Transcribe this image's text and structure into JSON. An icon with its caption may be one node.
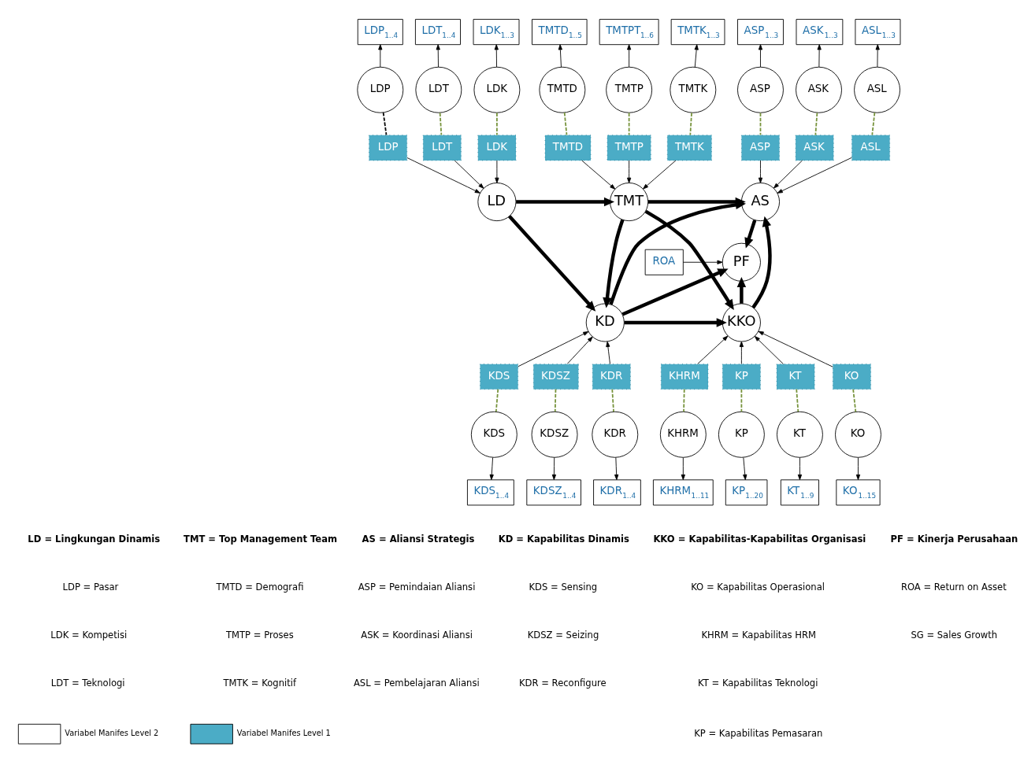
{
  "diagram": {
    "nodes": [
      {
        "text": [
          "LD"
        ]
      },
      {
        "text": [
          "TMT"
        ]
      },
      {
        "text": [
          "AS"
        ]
      },
      {
        "text": [
          "KD"
        ]
      },
      {
        "text": [
          "KKO"
        ]
      },
      {
        "text": [
          "PF"
        ]
      },
      {
        "text": [
          "LDP"
        ]
      },
      {
        "text": [
          "LDT"
        ]
      },
      {
        "text": [
          "LDK"
        ]
      },
      {
        "text": [
          "TMTD"
        ]
      },
      {
        "text": [
          "TMTP"
        ]
      },
      {
        "text": [
          "TMTK"
        ]
      },
      {
        "text": [
          "ASP"
        ]
      },
      {
        "text": [
          "ASK"
        ]
      },
      {
        "text": [
          "ASL"
        ]
      },
      {
        "text": [
          "KDS"
        ]
      },
      {
        "text": [
          "KDSZ"
        ]
      },
      {
        "text": [
          "KDR"
        ]
      },
      {
        "text": [
          "KO"
        ]
      },
      {
        "text": [
          "KHRM"
        ]
      },
      {
        "text": [
          "KP"
        ]
      },
      {
        "text": [
          "KT"
        ]
      },
      {
        "text": [
          "LDP"
        ]
      },
      {
        "text": [
          "LDT"
        ]
      },
      {
        "text": [
          "LDK"
        ]
      },
      {
        "text": [
          "TMTD"
        ]
      },
      {
        "text": [
          "TMTP"
        ]
      },
      {
        "text": [
          "TMTK"
        ]
      },
      {
        "text": [
          "ASP"
        ]
      },
      {
        "text": [
          "ASK"
        ]
      },
      {
        "text": [
          "ASL"
        ]
      },
      {
        "text": [
          "KDS"
        ]
      },
      {
        "text": [
          "KDSZ"
        ]
      },
      {
        "text": [
          "KDR"
        ]
      },
      {
        "text": [
          "KO"
        ]
      },
      {
        "text": [
          "KHRM"
        ]
      },
      {
        "text": [
          "KP"
        ]
      },
      {
        "text": [
          "KT"
        ]
      },
      {
        "text": [
          "LDP$_{1..4}$"
        ]
      },
      {
        "text": [
          "LDT$_{1..4}$"
        ]
      },
      {
        "text": [
          "LDK$_{1..3}$"
        ]
      },
      {
        "text": [
          "TMTD$_{1..5}$"
        ]
      },
      {
        "text": [
          "TMTPT$_{1..6}$"
        ]
      },
      {
        "text": [
          "TMTK$_{1..3}$"
        ]
      },
      {
        "text": [
          "ASP$_{1..3}$"
        ]
      },
      {
        "text": [
          "ASK$_{1..3}$"
        ]
      },
      {
        "text": [
          "ASL$_{1..3}$"
        ]
      },
      {
        "text": [
          "KDS$_{1..4}$"
        ]
      },
      {
        "text": [
          "KDSZ$_{1..4}$"
        ]
      },
      {
        "text": [
          "KDR$_{1..4}$"
        ]
      },
      {
        "text": [
          "KO$_{1..15}$"
        ]
      },
      {
        "text": [
          "KHRM$_{1..11}$"
        ]
      },
      {
        "text": [
          "KP$_{1..20}$"
        ]
      },
      {
        "text": [
          "KT$_{1..9}$"
        ]
      },
      {
        "text": [
          "ROA"
        ]
      }
    ],
    "edges": [
      {
        "from": 0,
        "to": 1,
        "arrow": "to",
        "style": "thick"
      },
      {
        "from": 0,
        "to": 3,
        "arrow": "to",
        "style": "thick"
      },
      {
        "from": 1,
        "to": 2,
        "arrow": "to",
        "style": "thick"
      },
      {
        "from": 1,
        "to": 3,
        "arrow": "to",
        "style": "thick"
      },
      {
        "from": 1,
        "to": 4,
        "arrow": "to",
        "style": "thick"
      },
      {
        "from": 3,
        "to": 2,
        "arrow": "to",
        "style": "thick"
      },
      {
        "from": 3,
        "to": 5,
        "arrow": "to",
        "style": "thick"
      },
      {
        "from": 3,
        "to": 4,
        "arrow": "to",
        "style": "thick"
      },
      {
        "from": 4,
        "to": 2,
        "arrow": "to",
        "style": "thick"
      },
      {
        "from": 4,
        "to": 5,
        "arrow": "to",
        "style": "thick"
      },
      {
        "from": 2,
        "to": 5,
        "arrow": "to",
        "style": "thick"
      },
      {
        "from": 6,
        "to": 0,
        "arrow": "to"
      },
      {
        "from": 7,
        "to": 0,
        "arrow": "to"
      },
      {
        "from": 8,
        "to": 0,
        "arrow": "to"
      },
      {
        "from": 9,
        "to": 1,
        "arrow": "to"
      },
      {
        "from": 10,
        "to": 1,
        "arrow": "to"
      },
      {
        "from": 11,
        "to": 1,
        "arrow": "to"
      },
      {
        "from": 12,
        "to": 2,
        "arrow": "to"
      },
      {
        "from": 13,
        "to": 2,
        "arrow": "to"
      },
      {
        "from": 14,
        "to": 2,
        "arrow": "to"
      },
      {
        "from": 15,
        "to": 3,
        "arrow": "to"
      },
      {
        "from": 16,
        "to": 3,
        "arrow": "to"
      },
      {
        "from": 17,
        "to": 3,
        "arrow": "to"
      },
      {
        "from": 18,
        "to": 4,
        "arrow": "to"
      },
      {
        "from": 19,
        "to": 4,
        "arrow": "to"
      },
      {
        "from": 20,
        "to": 4,
        "arrow": "to"
      },
      {
        "from": 21,
        "to": 4,
        "arrow": "to"
      },
      {
        "from": 22,
        "to": 6,
        "arrow": "none",
        "style": "dashed",
        "color": "#000000"
      },
      {
        "from": 23,
        "to": 7,
        "arrow": "none",
        "style": "dashed",
        "color": "#77933c"
      },
      {
        "from": 24,
        "to": 8,
        "arrow": "none",
        "style": "dashed",
        "color": "#77933c"
      },
      {
        "from": 25,
        "to": 9,
        "arrow": "none",
        "style": "dashed",
        "color": "#77933c"
      },
      {
        "from": 26,
        "to": 10,
        "arrow": "none",
        "style": "dashed",
        "color": "#77933c"
      },
      {
        "from": 27,
        "to": 11,
        "arrow": "none",
        "style": "dashed",
        "color": "#77933c"
      },
      {
        "from": 28,
        "to": 12,
        "arrow": "none",
        "style": "dashed",
        "color": "#77933c"
      },
      {
        "from": 29,
        "to": 13,
        "arrow": "none",
        "style": "dashed",
        "color": "#77933c"
      },
      {
        "from": 30,
        "to": 14,
        "arrow": "none",
        "style": "dashed",
        "color": "#77933c"
      },
      {
        "from": 31,
        "to": 15,
        "arrow": "none",
        "style": "dashed",
        "color": "#77933c"
      },
      {
        "from": 32,
        "to": 16,
        "arrow": "none",
        "style": "dashed",
        "color": "#77933c"
      },
      {
        "from": 33,
        "to": 17,
        "arrow": "none",
        "style": "dashed",
        "color": "#77933c"
      },
      {
        "from": 34,
        "to": 18,
        "arrow": "none",
        "style": "dashed",
        "color": "#77933c"
      },
      {
        "from": 35,
        "to": 19,
        "arrow": "none",
        "style": "dashed",
        "color": "#77933c"
      },
      {
        "from": 36,
        "to": 20,
        "arrow": "none",
        "style": "dashed",
        "color": "#77933c"
      },
      {
        "from": 37,
        "to": 21,
        "arrow": "none",
        "style": "dashed",
        "color": "#77933c"
      },
      {
        "from": 22,
        "to": 38,
        "arrow": "to"
      },
      {
        "from": 23,
        "to": 39,
        "arrow": "to"
      },
      {
        "from": 24,
        "to": 40,
        "arrow": "to"
      },
      {
        "from": 25,
        "to": 41,
        "arrow": "to"
      },
      {
        "from": 26,
        "to": 42,
        "arrow": "to"
      },
      {
        "from": 27,
        "to": 43,
        "arrow": "to"
      },
      {
        "from": 28,
        "to": 44,
        "arrow": "to"
      },
      {
        "from": 29,
        "to": 45,
        "arrow": "to"
      },
      {
        "from": 30,
        "to": 46,
        "arrow": "to"
      },
      {
        "from": 31,
        "to": 47,
        "arrow": "to"
      },
      {
        "from": 32,
        "to": 48,
        "arrow": "to"
      },
      {
        "from": 33,
        "to": 49,
        "arrow": "to"
      },
      {
        "from": 34,
        "to": 50,
        "arrow": "to"
      },
      {
        "from": 35,
        "to": 51,
        "arrow": "to"
      },
      {
        "from": 36,
        "to": 52,
        "arrow": "to"
      },
      {
        "from": 37,
        "to": 53,
        "arrow": "to"
      },
      {
        "from": 54,
        "to": 5,
        "arrow": "to"
      }
    ],
    "labels": [
      "LD = Lingkungan Dinamis",
      "LDP = Pasar",
      "LDK = Kompetisi",
      "LDT = Teknologi",
      "TMT = Top Management Team",
      "TMTD = Demografi",
      "TMTP = Proses",
      "TMTK = Kognitif",
      "AS = Aliansi Strategis",
      "ASP = Pemindaian Aliansi",
      "ASK = Koordinasi Aliansi",
      "ASL = Pembelajaran Aliansi",
      "KD = Kapabilitas Dinamis",
      "KDS = Sensing",
      "KDSZ = Seizing",
      "KDR = Reconfigure",
      "KKO = Kapabilitas-Kapabilitas Organisasi",
      "KO = Kapabilitas Operasional",
      "KHRM = Kapabilitas HRM",
      "KT = Kapabilitas Teknologi",
      "KP = Kapabilitas Pemasaran",
      "PF = Kinerja Perusahaan",
      "ROA = Return on Asset",
      "SG = Sales Growth"
    ],
    "legend": [
      {
        "text": "Variabel Manifes Level 2",
        "color": "#ffffff"
      },
      {
        "text": "Variabel Manifes Level 1",
        "color": "#4bacc6"
      }
    ]
  }
}
